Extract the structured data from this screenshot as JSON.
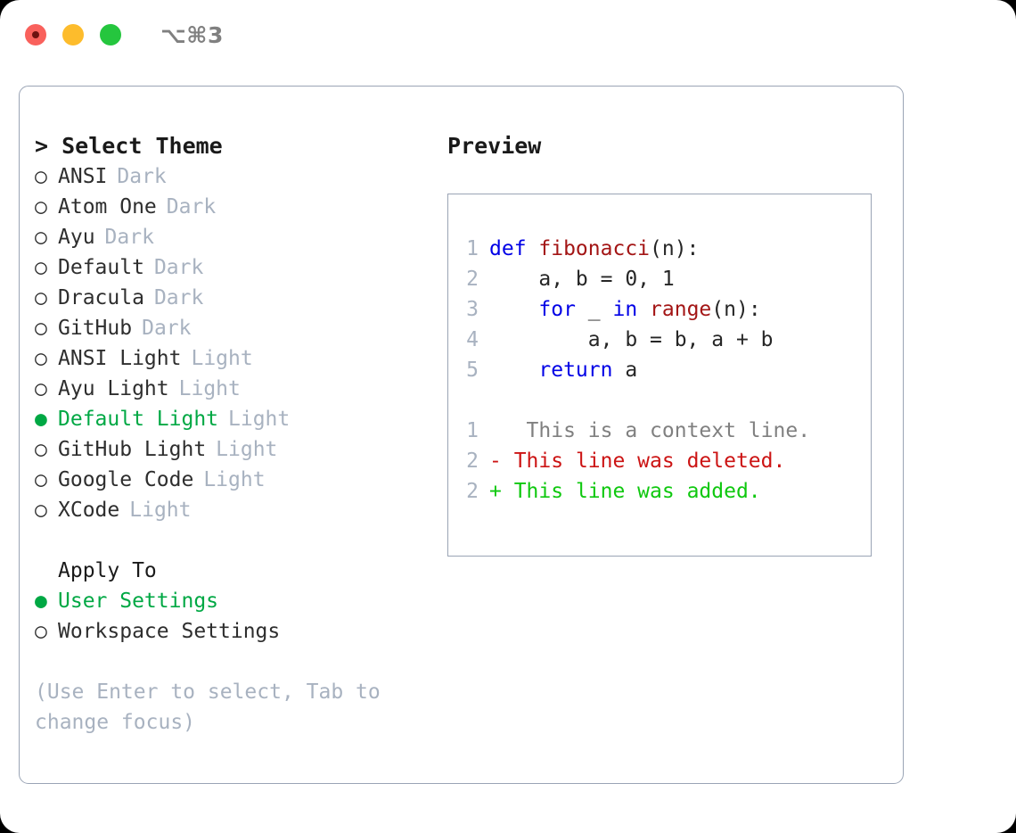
{
  "titlebar": {
    "shortcut": "⌥⌘3",
    "buttons": [
      {
        "name": "close",
        "color": "#f9615c"
      },
      {
        "name": "minimize",
        "color": "#fdbc2c"
      },
      {
        "name": "zoom",
        "color": "#25c63e"
      }
    ]
  },
  "theme_picker": {
    "title": "> Select Theme",
    "marker_selected": "●",
    "marker_unselected": "○",
    "items": [
      {
        "name": "ANSI",
        "variant": "Dark",
        "selected": false
      },
      {
        "name": "Atom One",
        "variant": "Dark",
        "selected": false
      },
      {
        "name": "Ayu",
        "variant": "Dark",
        "selected": false
      },
      {
        "name": "Default",
        "variant": "Dark",
        "selected": false
      },
      {
        "name": "Dracula",
        "variant": "Dark",
        "selected": false
      },
      {
        "name": "GitHub",
        "variant": "Dark",
        "selected": false
      },
      {
        "name": "ANSI Light",
        "variant": "Light",
        "selected": false
      },
      {
        "name": "Ayu Light",
        "variant": "Light",
        "selected": false
      },
      {
        "name": "Default Light",
        "variant": "Light",
        "selected": true
      },
      {
        "name": "GitHub Light",
        "variant": "Light",
        "selected": false
      },
      {
        "name": "Google Code",
        "variant": "Light",
        "selected": false
      },
      {
        "name": "XCode",
        "variant": "Light",
        "selected": false
      }
    ]
  },
  "apply_to": {
    "label": "Apply To",
    "items": [
      {
        "name": "User Settings",
        "selected": true
      },
      {
        "name": "Workspace Settings",
        "selected": false
      }
    ]
  },
  "hint": "(Use Enter to select, Tab to change focus)",
  "preview": {
    "title": "Preview",
    "code_lines": [
      {
        "lineno": "1",
        "tokens": [
          {
            "t": "def ",
            "c": "kw"
          },
          {
            "t": "fibonacci",
            "c": "fn"
          },
          {
            "t": "(n):",
            "c": "plain"
          }
        ]
      },
      {
        "lineno": "2",
        "tokens": [
          {
            "t": "    a, b = 0, 1",
            "c": "plain"
          }
        ]
      },
      {
        "lineno": "3",
        "tokens": [
          {
            "t": "    ",
            "c": "plain"
          },
          {
            "t": "for",
            "c": "kw"
          },
          {
            "t": " _ ",
            "c": "plain"
          },
          {
            "t": "in",
            "c": "kw"
          },
          {
            "t": " ",
            "c": "plain"
          },
          {
            "t": "range",
            "c": "fn"
          },
          {
            "t": "(n):",
            "c": "plain"
          }
        ]
      },
      {
        "lineno": "4",
        "tokens": [
          {
            "t": "        a, b = b, a + b",
            "c": "plain"
          }
        ]
      },
      {
        "lineno": "5",
        "tokens": [
          {
            "t": "    ",
            "c": "plain"
          },
          {
            "t": "return",
            "c": "kw"
          },
          {
            "t": " a",
            "c": "plain"
          }
        ]
      }
    ],
    "diff_lines": [
      {
        "lineno": "1",
        "marker": " ",
        "text": "  This is a context line.",
        "kind": "ctx"
      },
      {
        "lineno": "2",
        "marker": "-",
        "text": " This line was deleted.",
        "kind": "del"
      },
      {
        "lineno": "2",
        "marker": "+",
        "text": " This line was added.",
        "kind": "add"
      }
    ]
  },
  "colors": {
    "selected_green": "#00a844",
    "keyword_blue": "#0000e6",
    "function_red": "#a31515",
    "diff_delete": "#cc1414",
    "diff_add": "#0fc80f",
    "muted": "#a8b2c0",
    "border": "#9aa4b5"
  }
}
